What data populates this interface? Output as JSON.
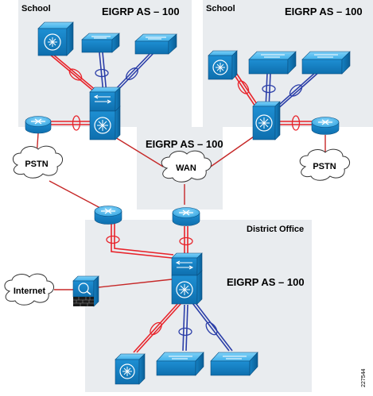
{
  "diagram": {
    "regions": {
      "school_left": {
        "label": "School",
        "as_label": "EIGRP AS – 100"
      },
      "school_right": {
        "label": "School",
        "as_label": "EIGRP AS – 100"
      },
      "wan": {
        "as_label": "EIGRP AS – 100"
      },
      "district": {
        "label": "District Office",
        "as_label": "EIGRP AS – 100"
      }
    },
    "clouds": {
      "pstn_left": "PSTN",
      "wan": "WAN",
      "pstn_right": "PSTN",
      "internet": "Internet"
    },
    "figure_id": "227544",
    "colors": {
      "region_bg": "#e9ecef",
      "device_blue": "#1d8fd0",
      "link_red": "#e8232a",
      "link_blue": "#2b3ea8",
      "link_plain": "#c62828"
    }
  }
}
